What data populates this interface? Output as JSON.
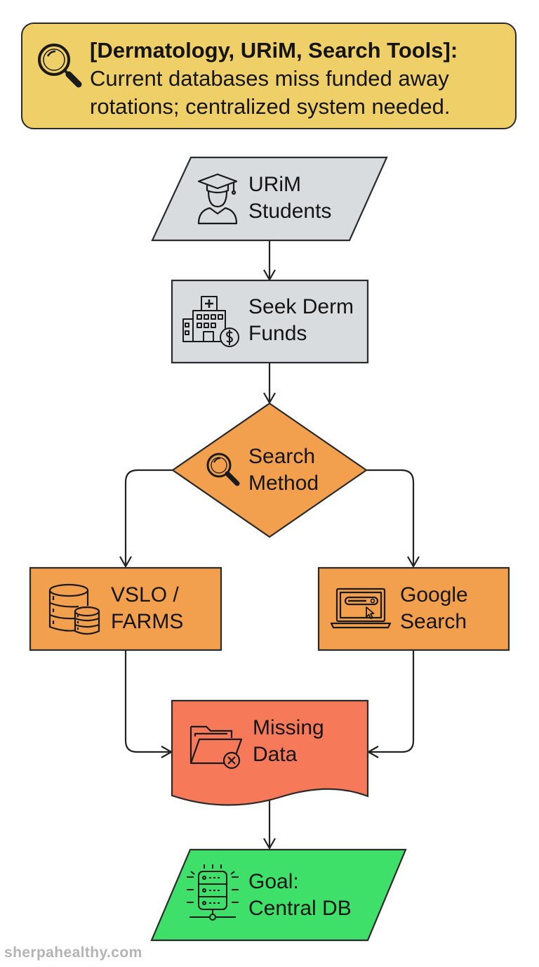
{
  "banner": {
    "title": "[Dermatology, URiM, Search Tools]:",
    "body_line1": "Current databases miss funded away",
    "body_line2": "rotations; centralized system needed.",
    "icon": "magnifier-icon",
    "color": "#efcf67"
  },
  "nodes": {
    "students": {
      "line1": "URiM",
      "line2": "Students",
      "shape": "parallelogram",
      "icon": "graduate-icon",
      "color": "#d9dcdf"
    },
    "seek_funds": {
      "line1": "Seek Derm",
      "line2": "Funds",
      "shape": "rectangle",
      "icon": "hospital-funds-icon",
      "color": "#d9dcdf"
    },
    "search_method": {
      "line1": "Search",
      "line2": "Method",
      "shape": "diamond",
      "icon": "magnifier-icon",
      "color": "#f2a04e"
    },
    "vslo": {
      "line1": "VSLO /",
      "line2": "FARMS",
      "shape": "rectangle",
      "icon": "database-icon",
      "color": "#f2a04e"
    },
    "google": {
      "line1": "Google",
      "line2": "Search",
      "shape": "rectangle",
      "icon": "laptop-search-icon",
      "color": "#f2a04e"
    },
    "missing": {
      "line1": "Missing",
      "line2": "Data",
      "shape": "document",
      "icon": "folder-error-icon",
      "color": "#f67a5a"
    },
    "goal": {
      "line1": "Goal:",
      "line2": "Central DB",
      "shape": "parallelogram",
      "icon": "server-network-icon",
      "color": "#3fe06a"
    }
  },
  "watermark": "sherpahealthy.com"
}
